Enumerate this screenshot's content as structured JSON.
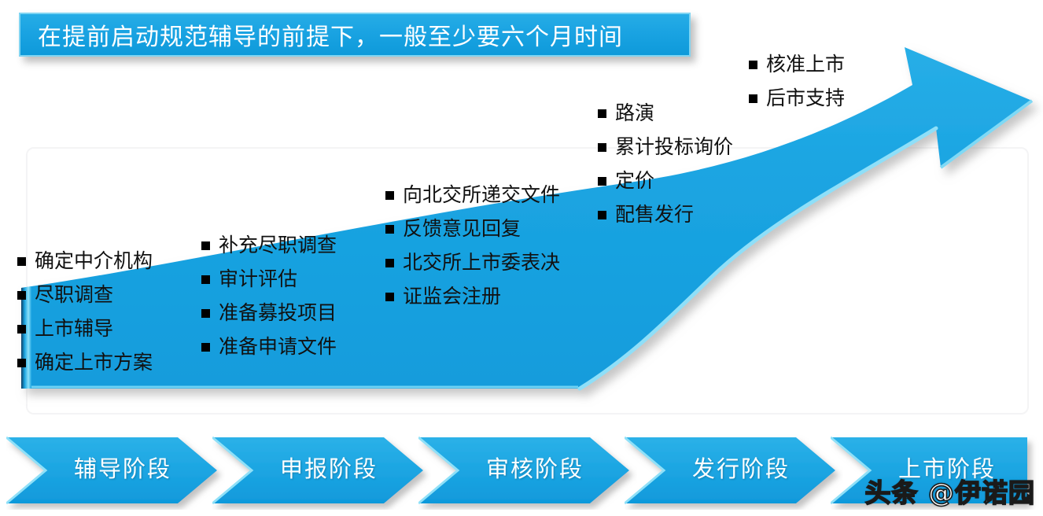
{
  "title_banner": {
    "text": "在提前启动规范辅导的前提下，一般至少要六个月时间",
    "background_color": "#1AA3E2",
    "border_color": "#7FD4F2",
    "text_color": "#FFFFFF"
  },
  "arrow": {
    "fill_color": "#1CA5E2",
    "highlight_color": "#7FD9F5",
    "shadow_color": "#BBBBBB",
    "direction": "rising-right"
  },
  "columns": [
    {
      "stage_key": "counseling",
      "items": [
        "确定中介机构",
        "尽职调查",
        "上市辅导",
        "确定上市方案"
      ]
    },
    {
      "stage_key": "declaration",
      "items": [
        "补充尽职调查",
        "审计评估",
        "准备募投项目",
        "准备申请文件"
      ]
    },
    {
      "stage_key": "review",
      "items": [
        "向北交所递交文件",
        "反馈意见回复",
        "北交所上市委表决",
        "证监会注册"
      ]
    },
    {
      "stage_key": "issuance",
      "items": [
        "路演",
        "累计投标询价",
        "定价",
        "配售发行"
      ]
    },
    {
      "stage_key": "listing",
      "items": [
        "核准上市",
        "后市支持"
      ]
    }
  ],
  "stages": [
    {
      "label": "辅导阶段"
    },
    {
      "label": "申报阶段"
    },
    {
      "label": "审核阶段"
    },
    {
      "label": "发行阶段"
    },
    {
      "label": "上市阶段"
    }
  ],
  "watermark": {
    "text": "头条 @伊诺园"
  }
}
